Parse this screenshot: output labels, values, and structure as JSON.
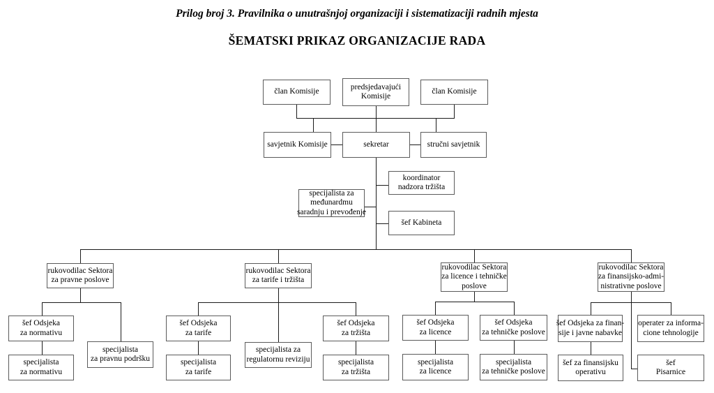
{
  "title": {
    "line1": "Prilog broj 3. Pravilnika o unutrašnjoj organizaciji i sistematizaciji radnih mjesta",
    "line2": "ŠEMATSKI PRIKAZ ORGANIZACIJE RADA"
  },
  "boxes": {
    "clan_komisije_1": "član Komisije",
    "predsjedavajuci_komisije": "predsjedavajući\nKomisije",
    "clan_komisije_2": "član Komisije",
    "savjetnik_komisije": "savjetnik Komisije",
    "sekretar": "sekretar",
    "strucni_savjetnik": "stručni savjetnik",
    "koordinator_nadzora": "koordinator\nnadzora tržišta",
    "spec_medjunarodna": "specijalista za\nmeđunardmu\nsaradnju i prevođenje",
    "sef_kabineta": "šef Kabineta",
    "sektor_pravni": "rukovodilac Sektora\nza pravne poslove",
    "sektor_tarife": "rukovodilac Sektora\nza tarife i tržišta",
    "sektor_licence": "rukovodilac Sektora\nza licence i tehničke\nposlove",
    "sektor_finansije": "rukovodilac Sektora\nza finansijsko-admi-\nnistrativne poslove",
    "sef_normativa": "šef Odsjeka\nza normativu",
    "spec_pravna_podrska": "specijalista\nza pravnu podršku",
    "spec_normativa": "specijalista\nza normativu",
    "sef_tarife": "šef Odsjeka\nza tarife",
    "spec_reg_revizija": "specijalista za\nregulatornu reviziju",
    "spec_tarife": "specijalista\nza tarife",
    "sef_trzista": "šef Odsjeka\nza tržišta",
    "spec_trzista": "specijalista\nza tržišta",
    "sef_licence": "šef Odsjeka\nza licence",
    "spec_licence": "specijalista\nza licence",
    "sef_tehnicki": "šef Odsjeka\nza tehničke poslove",
    "spec_tehnicki": "specijalista\nza tehničke poslove",
    "sef_finansije": "šef Odsjeka za finan-\nsije i javne nabavke",
    "operater_it": "operater za informa-\ncione tehnologije",
    "sef_fin_operativa": "šef za finansijsku\noperativu",
    "sef_pisarnice": "šef\nPisarnice"
  }
}
